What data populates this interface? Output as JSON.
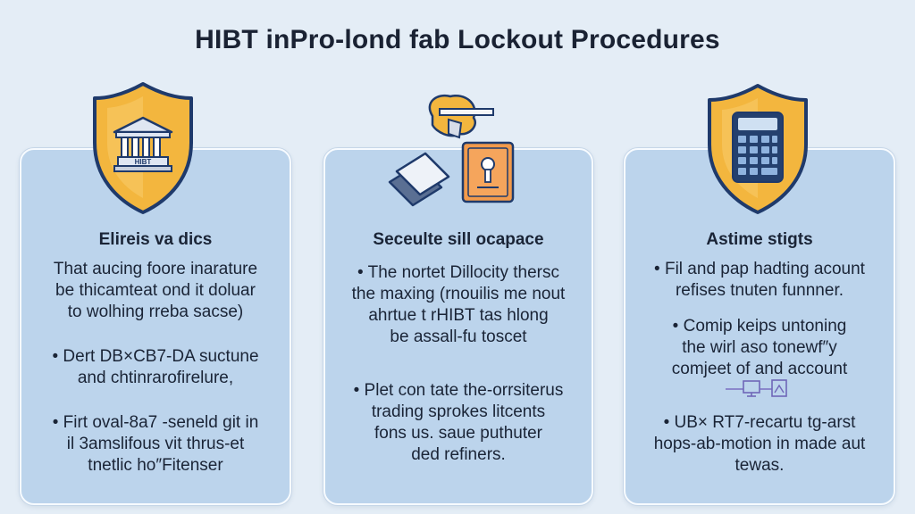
{
  "title": "HIBT inPro-lond fab Lockout Procedures",
  "colors": {
    "background": "#e4edf6",
    "card": "#bcd4ec",
    "shield_gold": "#f3b63e",
    "shield_border": "#1f3a6b",
    "accent_orange": "#f29a4b",
    "calculator_navy": "#24406e"
  },
  "cards": [
    {
      "icon": "shield-bank-icon",
      "badge_text": "HIBT",
      "heading": "Elireis va dics",
      "paragraphs": [
        {
          "bullet": false,
          "lines": [
            "That aucing foore inarature",
            "be thicamteat ond it doluar",
            "to wolhing rreba sacse)"
          ]
        },
        {
          "bullet": true,
          "lines": [
            "Dert DB×CB7-DA suctune",
            "and chtinrarofirelure,"
          ]
        },
        {
          "bullet": true,
          "lines": [
            "Firt oval-8a7 -seneld git in",
            "il 3amslifous vit thrus-et",
            "tnetlic ho″Fitenser"
          ]
        }
      ]
    },
    {
      "icon": "lock-safe-icon",
      "heading": "Seceulte sill ocapace",
      "paragraphs": [
        {
          "bullet": true,
          "lines": [
            "The nortet Dillocity thersc",
            "the maxing (rnouilis me nout",
            "ahrtue t rHIBT tas hlong",
            "be assall-fu toscet"
          ]
        },
        {
          "bullet": true,
          "lines": [
            "Plet con tate the-orrsiterus",
            "trading sprokes litcents",
            "fons us. saue puthuter",
            "ded refiners."
          ]
        }
      ]
    },
    {
      "icon": "shield-calculator-icon",
      "heading": "Astime stigts",
      "paragraphs": [
        {
          "bullet": true,
          "lines": [
            "Fil and pap hadting acount",
            "refises tnuten funnner."
          ]
        },
        {
          "bullet": true,
          "lines": [
            "Comip keips untoning",
            "the wirl aso tonewf″y",
            "comjeet of and account"
          ],
          "has_mini_icon": true
        },
        {
          "bullet": true,
          "lines": [
            "UB× RT7-recartu tg-arst",
            "hops-ab-motion in made aut",
            "tewas."
          ]
        }
      ]
    }
  ]
}
